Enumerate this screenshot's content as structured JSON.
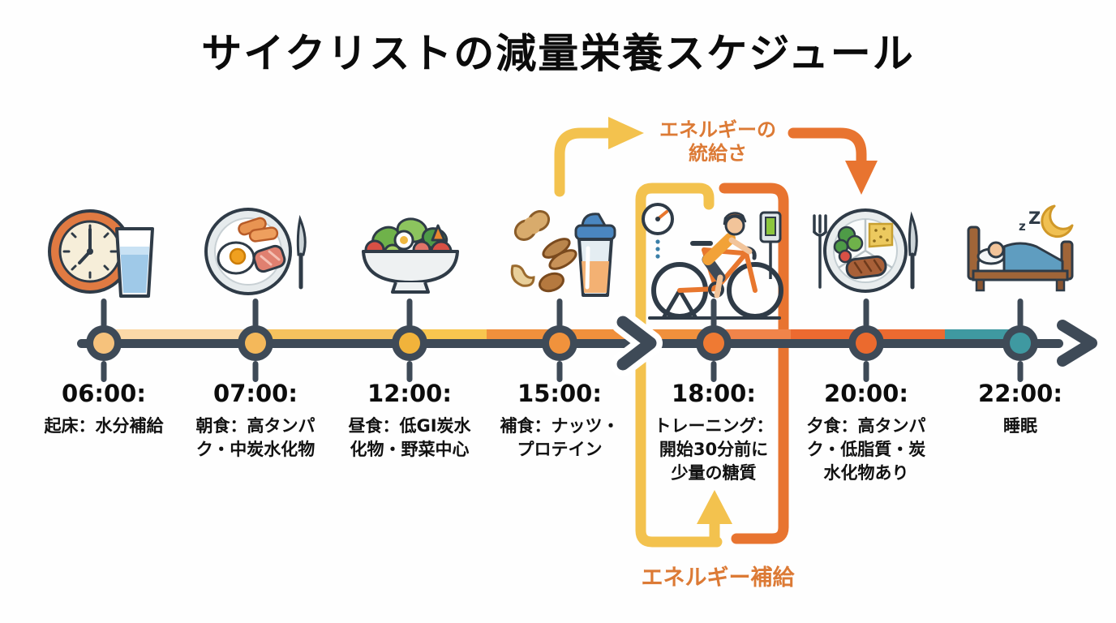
{
  "title": "サイクリストの減量栄養スケジュール",
  "flow": {
    "supply_label": "エネルギーの\n統給さ",
    "refuel_label": "エネルギー補給"
  },
  "events": [
    {
      "time": "06:00:",
      "description": "起床：水分補給",
      "icon": "clock-water-glass-icon",
      "dot_color": "#f6c27c"
    },
    {
      "time": "07:00:",
      "description": "朝食：高タンパ\nク・中炭水化物",
      "icon": "breakfast-plate-icon",
      "dot_color": "#f4b85a"
    },
    {
      "time": "12:00:",
      "description": "昼食：低GI炭水\n化物・野菜中心",
      "icon": "salad-bowl-icon",
      "dot_color": "#f1b33b"
    },
    {
      "time": "15:00:",
      "description": "補食：ナッツ・\nプロテイン",
      "icon": "nuts-protein-shaker-icon",
      "dot_color": "#f0923c"
    },
    {
      "time": "18:00:",
      "description": "トレーニング：\n開始30分前に\n少量の糖質",
      "icon": "indoor-cycling-trainer-icon",
      "dot_color": "#ef7a33"
    },
    {
      "time": "20:00:",
      "description": "夕食：高タンパ\nク・低脂質・炭\n水化物あり",
      "icon": "dinner-plate-icon",
      "dot_color": "#eb6a2e"
    },
    {
      "time": "22:00:",
      "description": "睡眠",
      "icon": "sleeping-bed-icon",
      "dot_color": "#3f99a1"
    }
  ],
  "colors": {
    "accent_yellow": "#f3c24e",
    "accent_orange": "#e87430",
    "label_orange": "#dc7a35",
    "line_dark": "#3e4a57",
    "teal": "#3f99a1",
    "band": [
      "#fbd9a8",
      "#f6c25e",
      "#f8c64f",
      "#f0903c",
      "#f0844a",
      "#ec6a30",
      "#3f99a1"
    ]
  }
}
